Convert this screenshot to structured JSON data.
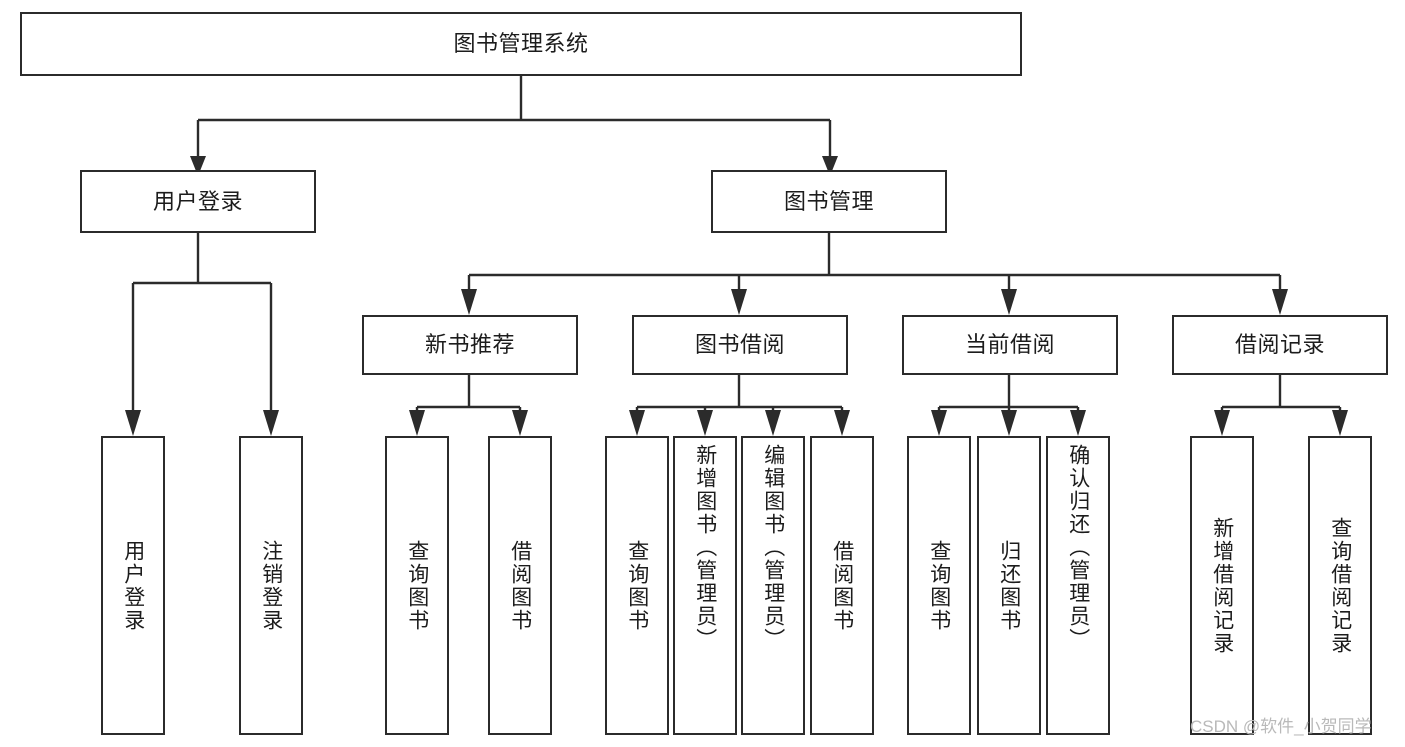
{
  "diagram": {
    "title": "图书管理系统",
    "type": "tree",
    "colors": {
      "box_border": "#2b2b2b",
      "box_fill": "#ffffff",
      "edge": "#2b2b2b",
      "text": "#1c1c1c",
      "watermark": "#b9b9b9",
      "background": "#ffffff"
    },
    "root": {
      "label": "图书管理系统"
    },
    "level2": [
      {
        "id": "user-login",
        "label": "用户登录"
      },
      {
        "id": "book-manage",
        "label": "图书管理"
      }
    ],
    "level3": [
      {
        "id": "new-book-recommend",
        "label": "新书推荐"
      },
      {
        "id": "book-borrow",
        "label": "图书借阅"
      },
      {
        "id": "current-borrow",
        "label": "当前借阅"
      },
      {
        "id": "borrow-record",
        "label": "借阅记录"
      }
    ],
    "leaves": {
      "user_login": [
        {
          "id": "leaf-user-login",
          "label": "用户登录"
        },
        {
          "id": "leaf-user-logout",
          "label": "注销登录"
        }
      ],
      "new_book_recommend": [
        {
          "id": "leaf-query-book-1",
          "label": "查询图书"
        },
        {
          "id": "leaf-borrow-book-1",
          "label": "借阅图书"
        }
      ],
      "book_borrow": [
        {
          "id": "leaf-query-book-2",
          "label": "查询图书"
        },
        {
          "id": "leaf-add-book",
          "label": "新增图书（管理员）"
        },
        {
          "id": "leaf-edit-book",
          "label": "编辑图书（管理员）"
        },
        {
          "id": "leaf-borrow-book-2",
          "label": "借阅图书"
        }
      ],
      "current_borrow": [
        {
          "id": "leaf-query-book-3",
          "label": "查询图书"
        },
        {
          "id": "leaf-return-book",
          "label": "归还图书"
        },
        {
          "id": "leaf-confirm-return",
          "label": "确认归还（管理员）"
        }
      ],
      "borrow_record": [
        {
          "id": "leaf-add-borrow-record",
          "label": "新增借阅记录"
        },
        {
          "id": "leaf-query-borrow-record",
          "label": "查询借阅记录"
        }
      ]
    },
    "watermark": "CSDN @软件_小贺同学"
  }
}
